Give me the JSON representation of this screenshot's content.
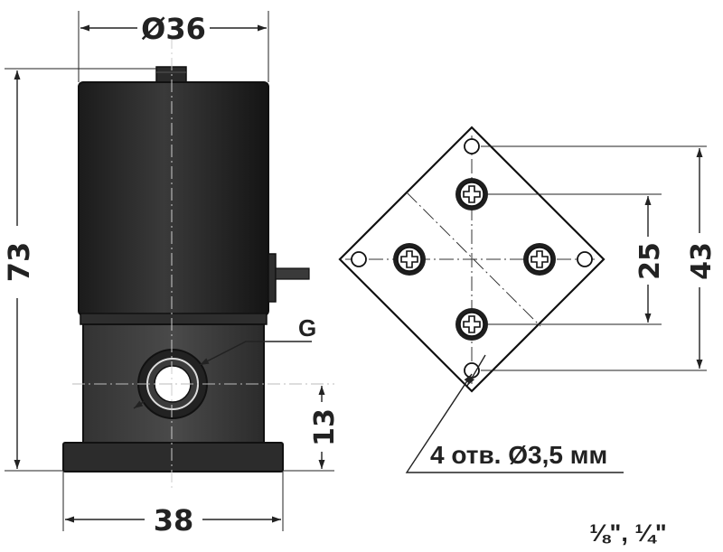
{
  "dimensions": {
    "diameter": "Ø36",
    "height": "73",
    "width": "38",
    "port_height": "13",
    "hole_spacing": "25",
    "outer_spacing": "43"
  },
  "labels": {
    "port": "G",
    "holes": "4 отв. Ø3,5 мм",
    "thread_sizes": "⅛\", ¼\""
  }
}
